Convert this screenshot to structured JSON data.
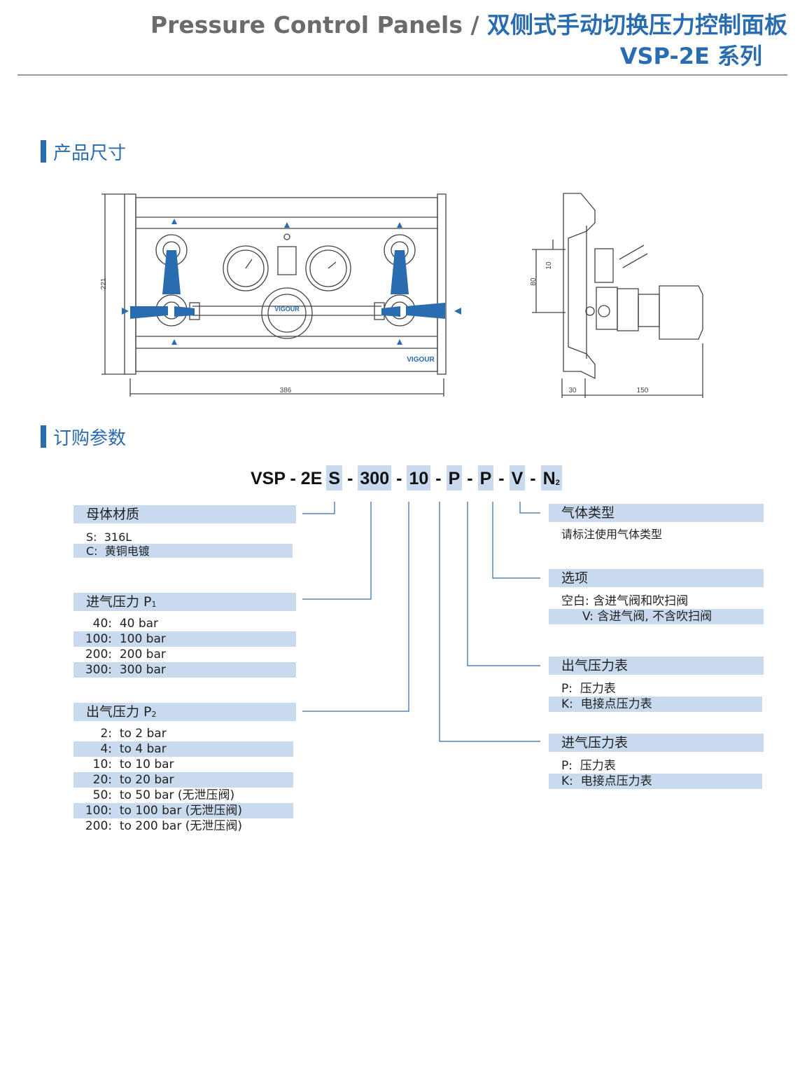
{
  "header": {
    "title_en": "Pressure Control Panels /",
    "title_cn": "双侧式手动切换压力控制面板",
    "series": "VSP-2E 系列"
  },
  "sections": {
    "dimensions": "产品尺寸",
    "ordering": "订购参数"
  },
  "drawing": {
    "brand": "VIGOUR",
    "dim_width": "386",
    "dim_height": "221",
    "dim_80": "80",
    "dim_10": "10",
    "dim_30": "30",
    "dim_150": "150"
  },
  "order_code": {
    "prefix": "VSP - 2E",
    "s": "S",
    "p1": "300",
    "p2": "10",
    "out_gauge": "P",
    "in_gauge": "P",
    "option": "V",
    "gas": "N",
    "gas_sub": "2"
  },
  "material": {
    "title": "母体材质",
    "items": [
      "S:  316L",
      "C:  黄铜电镀"
    ]
  },
  "inlet_pressure": {
    "title": "进气压力 P",
    "sub": "1",
    "items": [
      {
        "key": "40:",
        "val": "40 bar"
      },
      {
        "key": "100:",
        "val": "100 bar"
      },
      {
        "key": "200:",
        "val": "200 bar"
      },
      {
        "key": "300:",
        "val": "300 bar"
      }
    ]
  },
  "outlet_pressure": {
    "title": "出气压力 P",
    "sub": "2",
    "items": [
      {
        "key": "2:",
        "val": "to 2 bar"
      },
      {
        "key": "4:",
        "val": "to 4 bar"
      },
      {
        "key": "10:",
        "val": "to 10 bar"
      },
      {
        "key": "20:",
        "val": "to 20 bar"
      },
      {
        "key": "50:",
        "val": "to 50 bar (无泄压阀)"
      },
      {
        "key": "100:",
        "val": "to 100 bar (无泄压阀)"
      },
      {
        "key": "200:",
        "val": "to 200 bar (无泄压阀)"
      }
    ]
  },
  "gas_type": {
    "title": "气体类型",
    "items": [
      "请标注使用气体类型"
    ]
  },
  "options": {
    "title": "选项",
    "items": [
      "空白: 含进气阀和吹扫阀",
      "V: 含进气阀, 不含吹扫阀"
    ]
  },
  "outlet_gauge": {
    "title": "出气压力表",
    "items": [
      "P:  压力表",
      "K:  电接点压力表"
    ]
  },
  "inlet_gauge": {
    "title": "进气压力表",
    "items": [
      "P:  压力表",
      "K:  电接点压力表"
    ]
  },
  "colors": {
    "accent": "#2a6cb0",
    "highlight": "#c9daef",
    "line": "#3b3b3b"
  }
}
